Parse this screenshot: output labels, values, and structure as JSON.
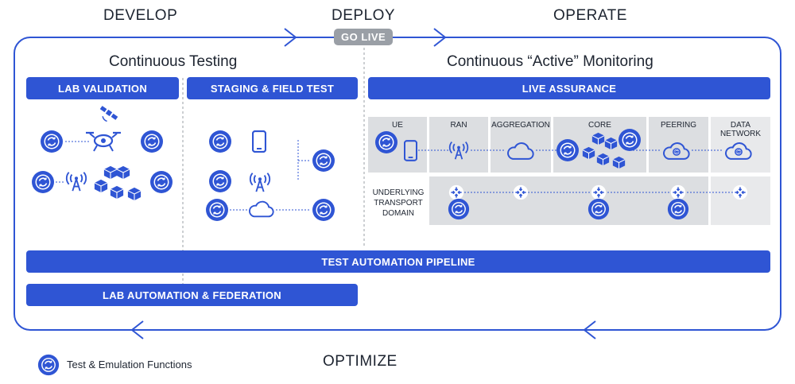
{
  "phases": {
    "develop": "DEVELOP",
    "deploy": "DEPLOY",
    "operate": "OPERATE",
    "optimize": "OPTIMIZE",
    "go_live": "GO LIVE"
  },
  "sections": {
    "continuous_testing": "Continuous Testing",
    "active_monitoring": "Continuous “Active” Monitoring"
  },
  "bars": {
    "lab_validation": "LAB VALIDATION",
    "staging_field_test": "STAGING & FIELD TEST",
    "live_assurance": "LIVE ASSURANCE",
    "test_automation_pipeline": "TEST AUTOMATION PIPELINE",
    "lab_automation_federation": "LAB AUTOMATION & FEDERATION"
  },
  "domains": [
    "UE",
    "RAN",
    "AGGREGATION",
    "CORE",
    "PEERING",
    "DATA NETWORK"
  ],
  "transport_label": "UNDERLYING TRANSPORT DOMAIN",
  "legend": {
    "label": "Test & Emulation Functions"
  },
  "colors": {
    "accent": "#2f55d4",
    "gray": "#9a9fa6",
    "text": "#1d2430"
  },
  "icons": [
    "satellite-icon",
    "drone-icon",
    "antenna-icon",
    "cubes-icon",
    "phone-icon",
    "cloud-icon",
    "router-icon",
    "test-function-icon"
  ]
}
